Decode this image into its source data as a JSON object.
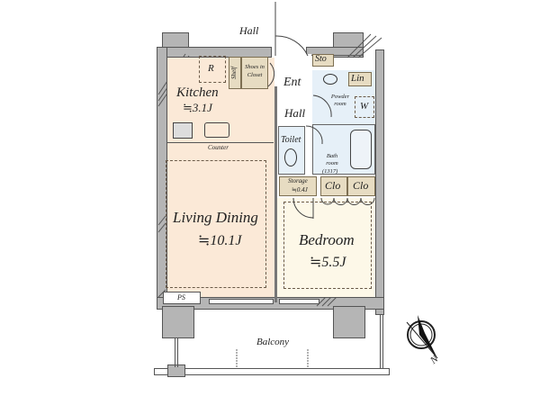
{
  "plan": {
    "hall_top": "Hall",
    "kitchen": {
      "name": "Kitchen",
      "area": "≒3.1J"
    },
    "refrigerator": "R",
    "shelf": "Shelf",
    "shoes_closet": "Shoes in Closet",
    "entrance": "Ent",
    "storage_small": "Sto",
    "linen": "Lin",
    "powder_room": "Powder room",
    "washer": "W",
    "hall_inner": "Hall",
    "toilet": "Toilet",
    "bathroom": {
      "name": "Bath room",
      "size": "(1317)"
    },
    "counter": "Counter",
    "storage": {
      "name": "Storage",
      "area": "≒0.4J"
    },
    "closet_1": "Clo",
    "closet_2": "Clo",
    "living_dining": {
      "name": "Living Dining",
      "area": "≒10.1J"
    },
    "bedroom": {
      "name": "Bedroom",
      "area": "≒5.5J"
    },
    "pipe_space": "PS",
    "balcony": "Balcony",
    "compass": "N"
  },
  "colors": {
    "living_fill": "#fbe9d7",
    "bedroom_fill": "#fdf8e8",
    "wet_fill": "#e6f0f8",
    "wall_fill": "#b5b5b5",
    "storage_fill": "#e7dcc2"
  }
}
